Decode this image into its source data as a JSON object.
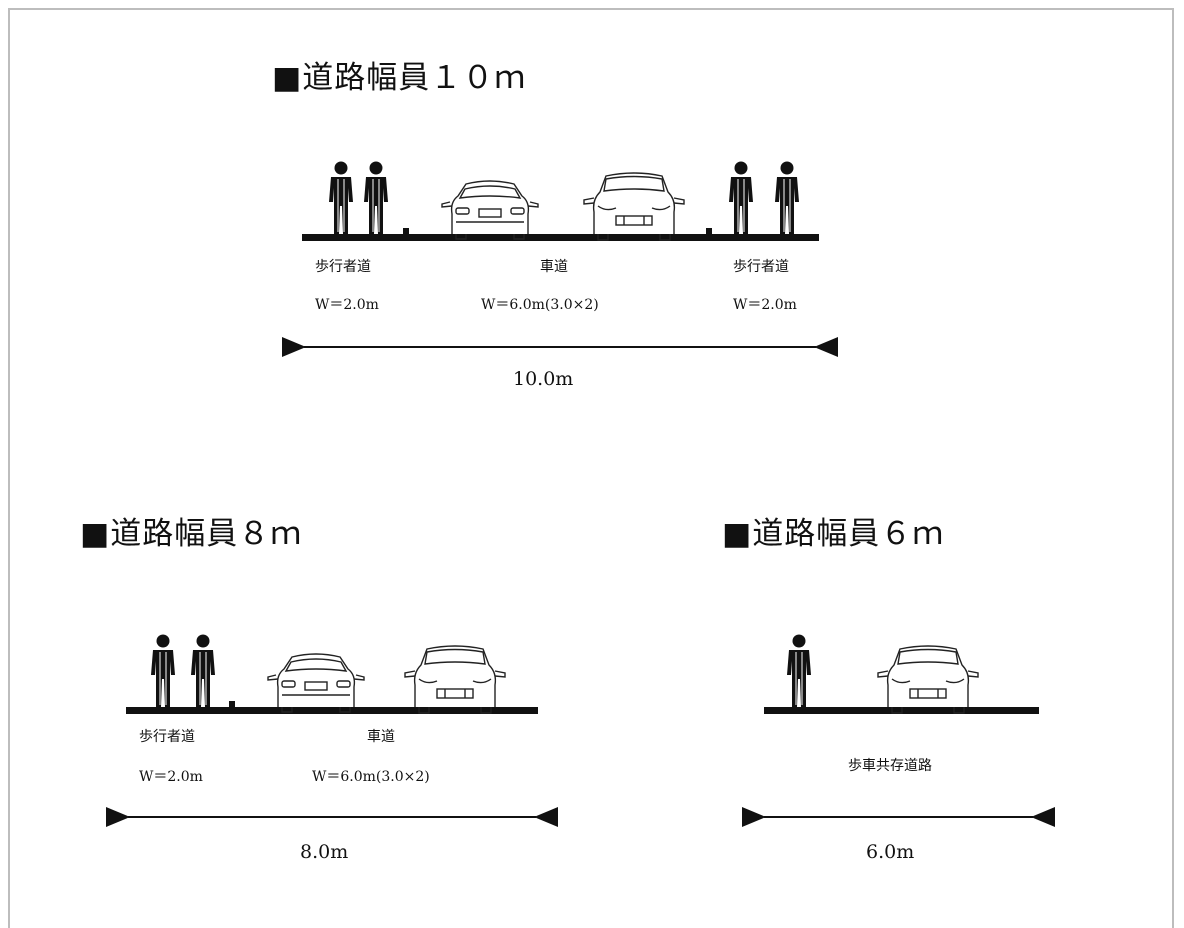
{
  "sections": {
    "road10": {
      "title": "■道路幅員１０ｍ",
      "sidewalk_left_label": "歩行者道",
      "sidewalk_left_width": "W＝2.0m",
      "roadway_label": "車道",
      "roadway_width": "W＝6.0m(3.0×2)",
      "sidewalk_right_label": "歩行者道",
      "sidewalk_right_width": "W＝2.0m",
      "total_width": "10.0m"
    },
    "road8": {
      "title": "■道路幅員８ｍ",
      "sidewalk_label": "歩行者道",
      "sidewalk_width": "W＝2.0m",
      "roadway_label": "車道",
      "roadway_width": "W＝6.0m(3.0×2)",
      "total_width": "8.0m"
    },
    "road6": {
      "title": "■道路幅員６ｍ",
      "shared_label": "歩車共存道路",
      "total_width": "6.0m"
    }
  }
}
